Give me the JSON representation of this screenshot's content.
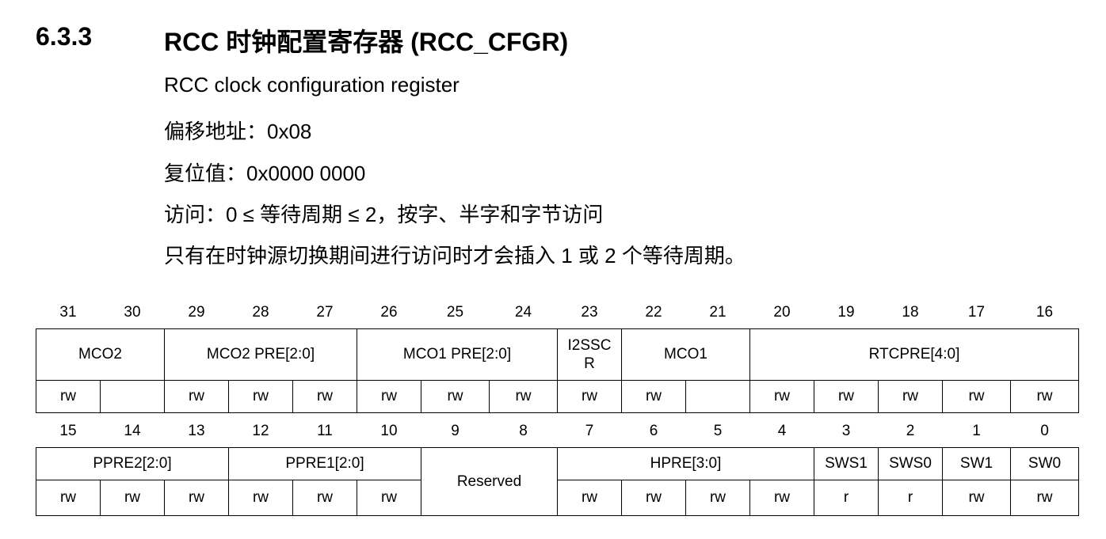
{
  "section": {
    "number": "6.3.3",
    "title": "RCC 时钟配置寄存器 (RCC_CFGR)"
  },
  "info": {
    "subtitle": "RCC clock configuration register",
    "offset": "偏移地址：0x08",
    "reset": "复位值：0x0000 0000",
    "access": "访问：0 ≤  等待周期 ≤  2，按字、半字和字节访问",
    "note": "只有在时钟源切换期间进行访问时才会插入 1 或 2 个等待周期。"
  },
  "upper": {
    "bits": [
      "31",
      "30",
      "29",
      "28",
      "27",
      "26",
      "25",
      "24",
      "23",
      "22",
      "21",
      "20",
      "19",
      "18",
      "17",
      "16"
    ],
    "fields": {
      "mco2": "MCO2",
      "mco2pre": "MCO2 PRE[2:0]",
      "mco1pre": "MCO1 PRE[2:0]",
      "i2sscr_a": "I2SSC",
      "i2sscr_b": "R",
      "mco1": "MCO1",
      "rtcpre": "RTCPRE[4:0]"
    },
    "access": [
      "rw",
      "",
      "rw",
      "rw",
      "rw",
      "rw",
      "rw",
      "rw",
      "rw",
      "rw",
      "",
      "rw",
      "rw",
      "rw",
      "rw",
      "rw"
    ]
  },
  "lower": {
    "bits": [
      "15",
      "14",
      "13",
      "12",
      "11",
      "10",
      "9",
      "8",
      "7",
      "6",
      "5",
      "4",
      "3",
      "2",
      "1",
      "0"
    ],
    "fields": {
      "ppre2": "PPRE2[2:0]",
      "ppre1": "PPRE1[2:0]",
      "reserved": "Reserved",
      "hpre": "HPRE[3:0]",
      "sws1": "SWS1",
      "sws0": "SWS0",
      "sw1": "SW1",
      "sw0": "SW0"
    },
    "access": [
      "rw",
      "rw",
      "rw",
      "rw",
      "rw",
      "rw",
      "rw",
      "rw",
      "rw",
      "rw",
      "r",
      "r",
      "rw",
      "rw"
    ]
  }
}
